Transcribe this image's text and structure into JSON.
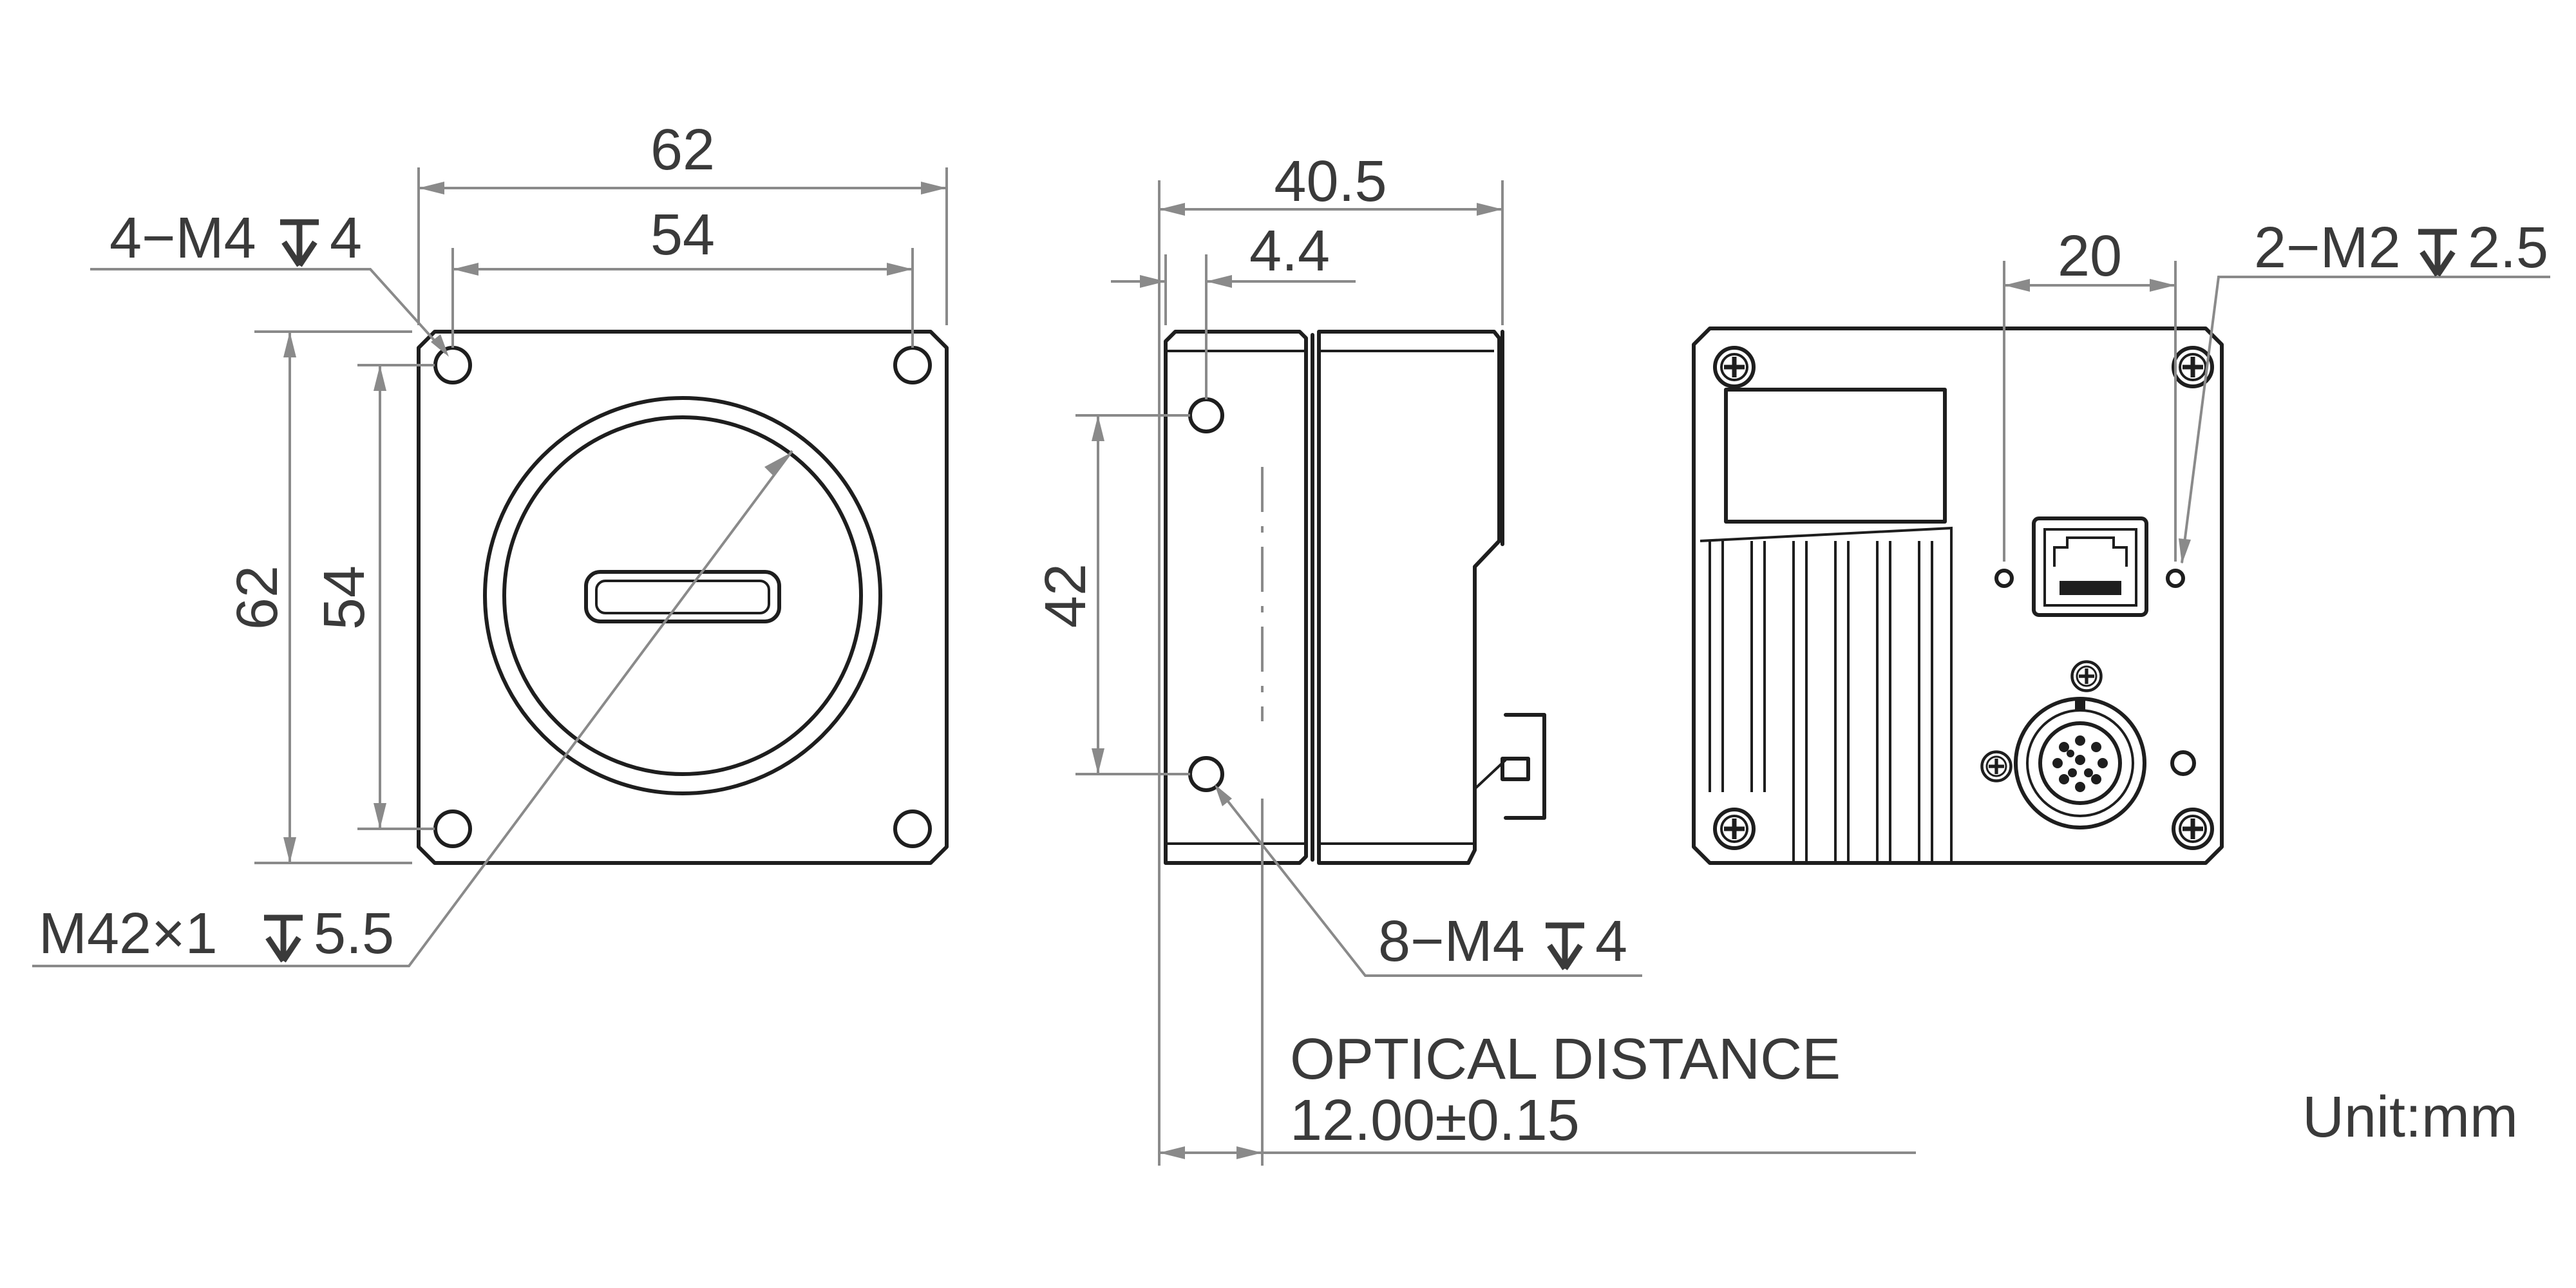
{
  "front_view": {
    "overall_width": "62",
    "hole_spacing_width": "54",
    "overall_height": "62",
    "hole_spacing_height": "54",
    "mount_holes": "4−M4",
    "mount_holes_depth": "4",
    "lens_mount": "M42×1",
    "lens_mount_depth": "5.5"
  },
  "side_view": {
    "overall_depth": "40.5",
    "flange_depth": "4.4",
    "hole_spacing": "42",
    "side_holes": "8−M4",
    "side_holes_depth": "4",
    "optical_distance_label": "OPTICAL DISTANCE",
    "optical_distance_value": "12.00±0.15"
  },
  "rear_view": {
    "hole_spacing": "20",
    "rear_holes": "2−M2",
    "rear_holes_depth": "2.5"
  },
  "unit": "Unit:mm"
}
